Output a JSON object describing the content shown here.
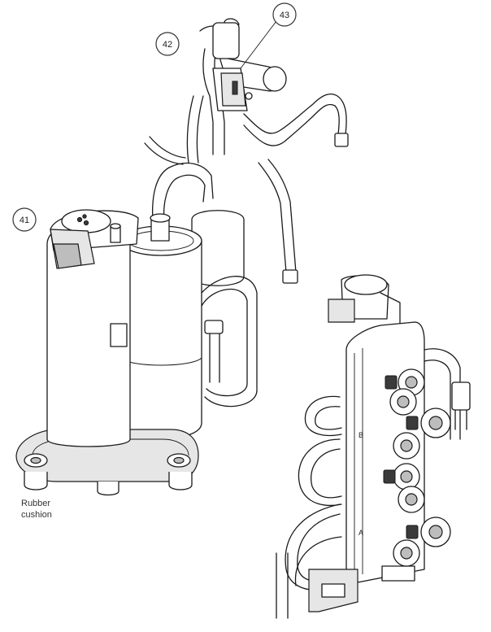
{
  "callouts": [
    {
      "id": "41",
      "label": "41"
    },
    {
      "id": "42",
      "label": "42"
    },
    {
      "id": "43",
      "label": "43"
    }
  ],
  "caption": {
    "line1": "Rubber",
    "line2": "cushion"
  },
  "port_markers": {
    "a": "A",
    "b": "B"
  }
}
